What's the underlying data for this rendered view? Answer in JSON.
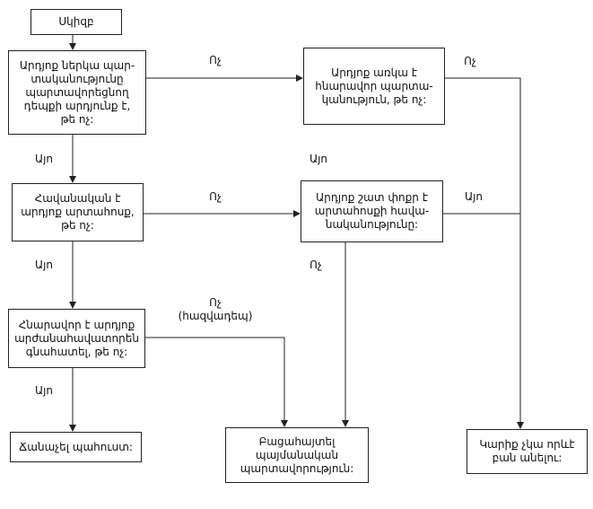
{
  "nodes": {
    "start": "Սկիզբ",
    "q1": "Արդյոք ներկա պար-\nտականությունը\nպարտավորեցնող\nդեպքի արդյունք է,\nթե ոչ:",
    "q2": "Արդյոք առկա է\nհնարավոր պարտա-\nկանություն, թե ոչ:",
    "q3": "Հավանական է\nարդյոք արտահոսք,\nթե ոչ:",
    "q4": "Արդյոք շատ փոքր է\nարտահոսքի հավա-\nնականությունը:",
    "q5": "Հնարավոր է արդյոք\nարժանահավատորեն\nգնահատել, թե ոչ:",
    "end_provision": "Ճանաչել պահուստ:",
    "end_disclose": "Բացահայտել\nպայմանական\nպարտավորություն:",
    "end_none": "Կարիք չկա որևէ\nբան անելու:"
  },
  "labels": {
    "no_q1_q2": "Ոչ",
    "no_q2_right": "Ոչ",
    "yes_q1_q3": "Այո",
    "yes_q2_q4": "Այո",
    "no_q3_q4": "Ոչ",
    "yes_q4_right": "Այո",
    "yes_q3_q5": "Այո",
    "no_q4_down": "Ոչ",
    "no_q5": "Ոչ\n(հազվադեպ)",
    "yes_q5": "Այո"
  }
}
